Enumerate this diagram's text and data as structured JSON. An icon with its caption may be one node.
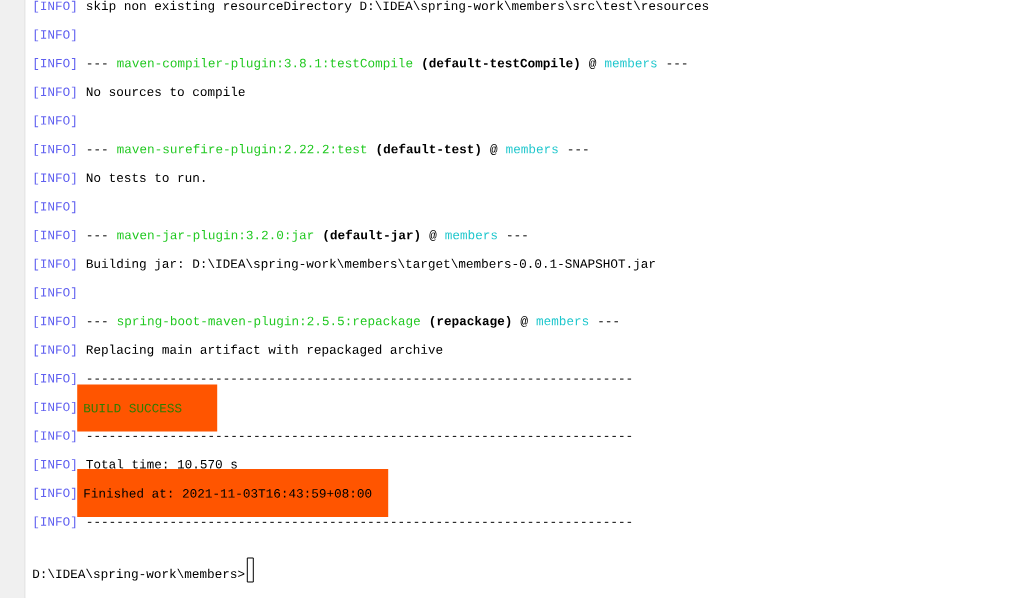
{
  "diagram": {
    "nodes": [
      {
        "text": [
          "BUILD SUCCESS"
        ]
      },
      {
        "text": [
          "Finished at: 2021-11-03T16:43:59+08:00"
        ]
      }
    ],
    "labels": [
      "[INFO]",
      "skip non existing resourceDirectory D:\\IDEA\\spring-work\\members\\src\\test\\resources",
      "[INFO]",
      "[INFO]",
      "---",
      "maven-compiler-plugin:3.8.1:testCompile",
      "(default-testCompile)",
      "@",
      "members",
      "---",
      "[INFO]",
      "No sources to compile",
      "[INFO]",
      "[INFO]",
      "---",
      "maven-surefire-plugin:2.22.2:test",
      "(default-test)",
      "@",
      "members",
      "---",
      "[INFO]",
      "No tests to run.",
      "[INFO]",
      "[INFO]",
      "---",
      "maven-jar-plugin:3.2.0:jar",
      "(default-jar)",
      "@",
      "members",
      "---",
      "[INFO]",
      "Building jar: D:\\IDEA\\spring-work\\members\\target\\members-0.0.1-SNAPSHOT.jar",
      "[INFO]",
      "[INFO]",
      "---",
      "spring-boot-maven-plugin:2.5.5:repackage",
      "(repackage)",
      "@",
      "members",
      "---",
      "[INFO]",
      "Replacing main artifact with repackaged archive",
      "[INFO]",
      "------------------------------------------------------------------------",
      "[INFO]",
      "[INFO]",
      "------------------------------------------------------------------------",
      "[INFO]",
      "Total time: 10.570 s",
      "[INFO]",
      "[INFO]",
      "------------------------------------------------------------------------",
      "D:\\IDEA\\spring-work\\members>"
    ]
  }
}
